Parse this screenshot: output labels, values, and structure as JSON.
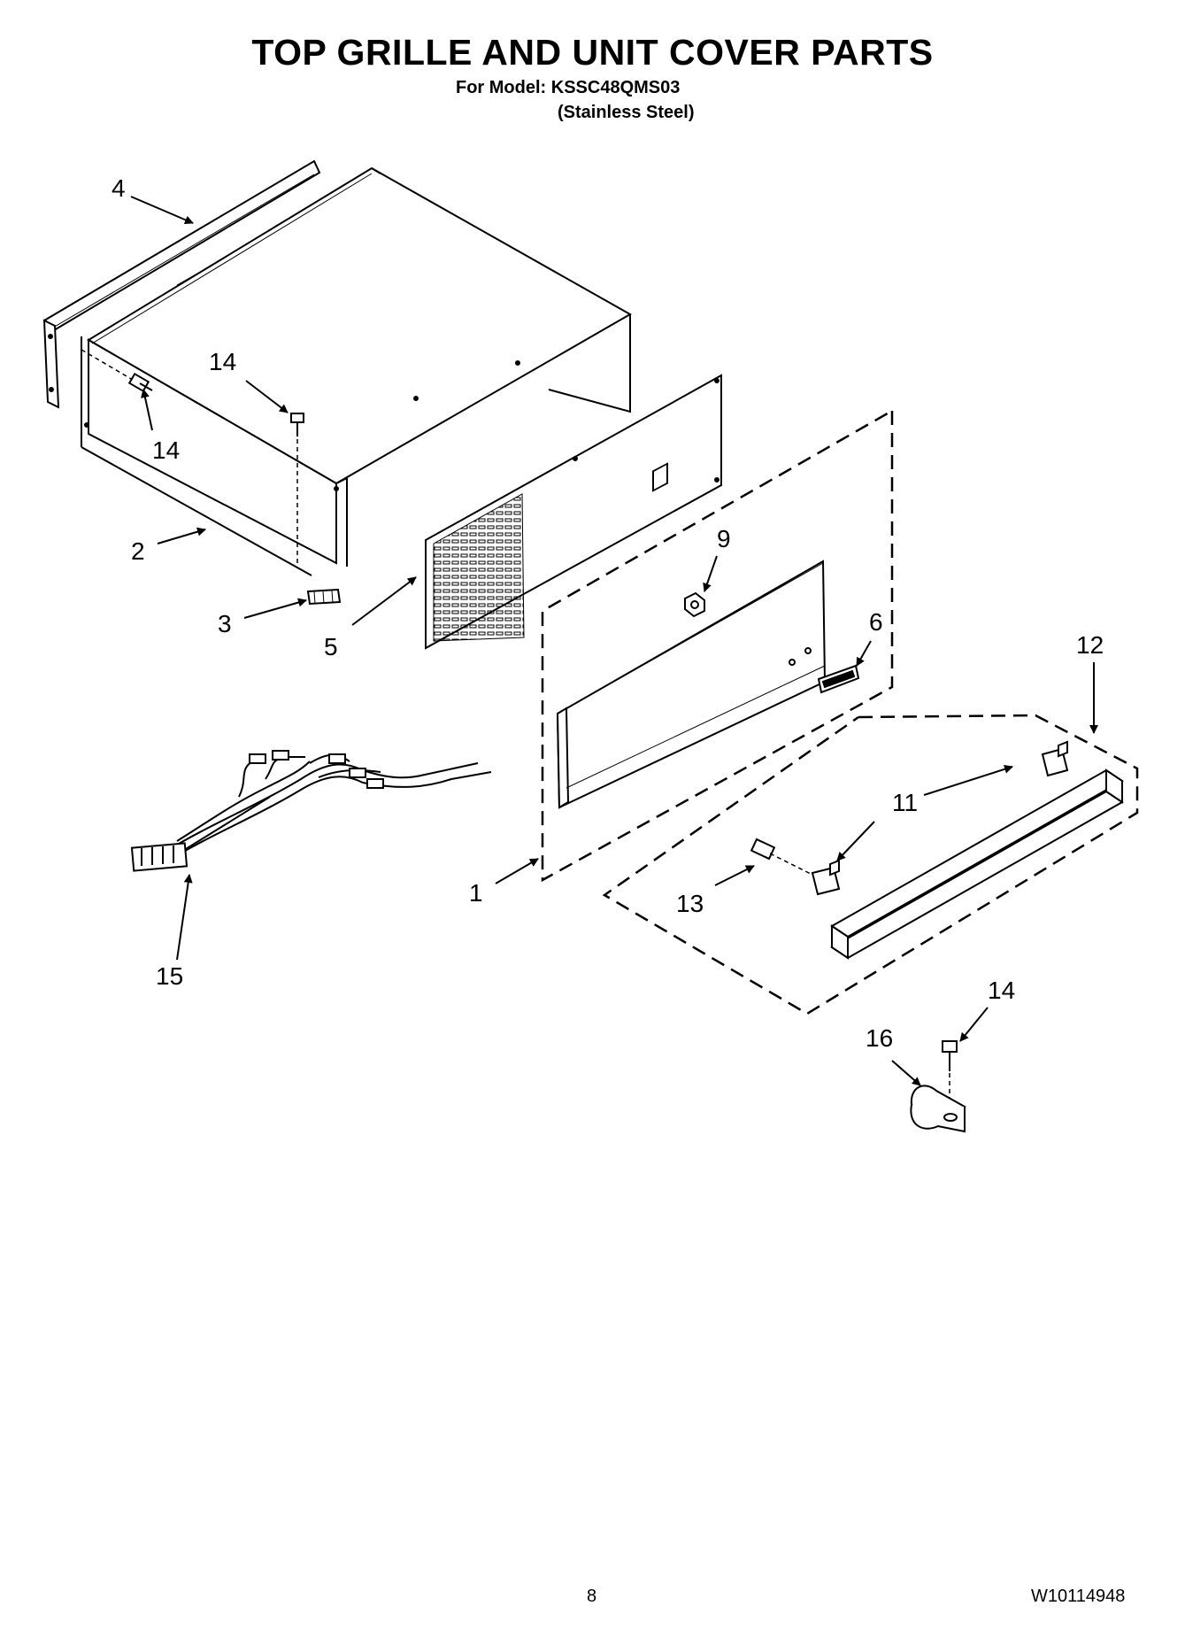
{
  "header": {
    "title": "TOP GRILLE AND UNIT COVER PARTS",
    "model_line": "For Model: KSSC48QMS03",
    "finish_line": "(Stainless Steel)"
  },
  "callouts": {
    "c4": "4",
    "c14a": "14",
    "c14b": "14",
    "c2": "2",
    "c3": "3",
    "c5": "5",
    "c9": "9",
    "c6": "6",
    "c12": "12",
    "c11": "11",
    "c1": "1",
    "c13": "13",
    "c15": "15",
    "c14c": "14",
    "c16": "16"
  },
  "footer": {
    "page_number": "8",
    "document_number": "W10114948"
  }
}
